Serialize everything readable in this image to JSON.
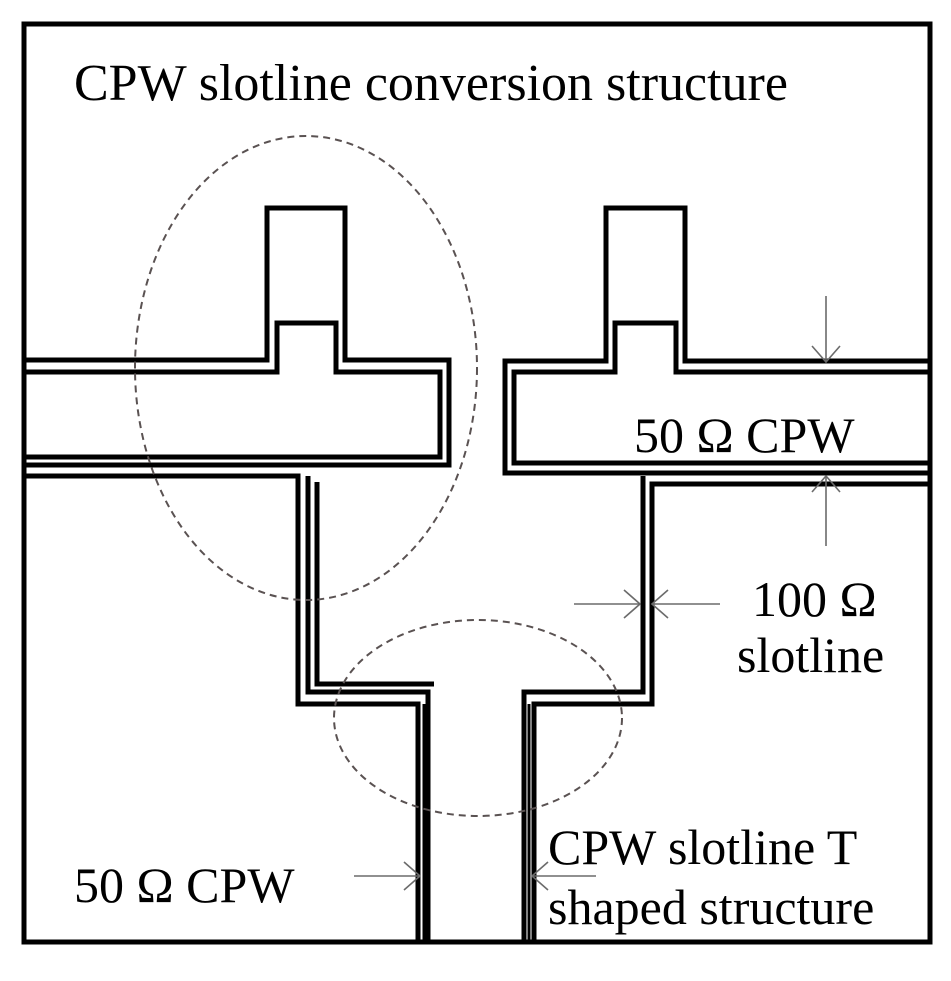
{
  "diagram": {
    "title": "CPW slotline conversion structure",
    "labels": {
      "cpw_right": "50 Ω CPW",
      "slotline_line1": "100 Ω",
      "slotline_line2": "slotline",
      "cpw_left": "50 Ω CPW",
      "t_structure_line1": "CPW slotline T",
      "t_structure_line2": "shaped structure"
    },
    "colors": {
      "stroke": "#000000",
      "annotation": "#6b6b6b",
      "dashed_ellipse": "#5a5252",
      "background": "#ffffff"
    }
  }
}
